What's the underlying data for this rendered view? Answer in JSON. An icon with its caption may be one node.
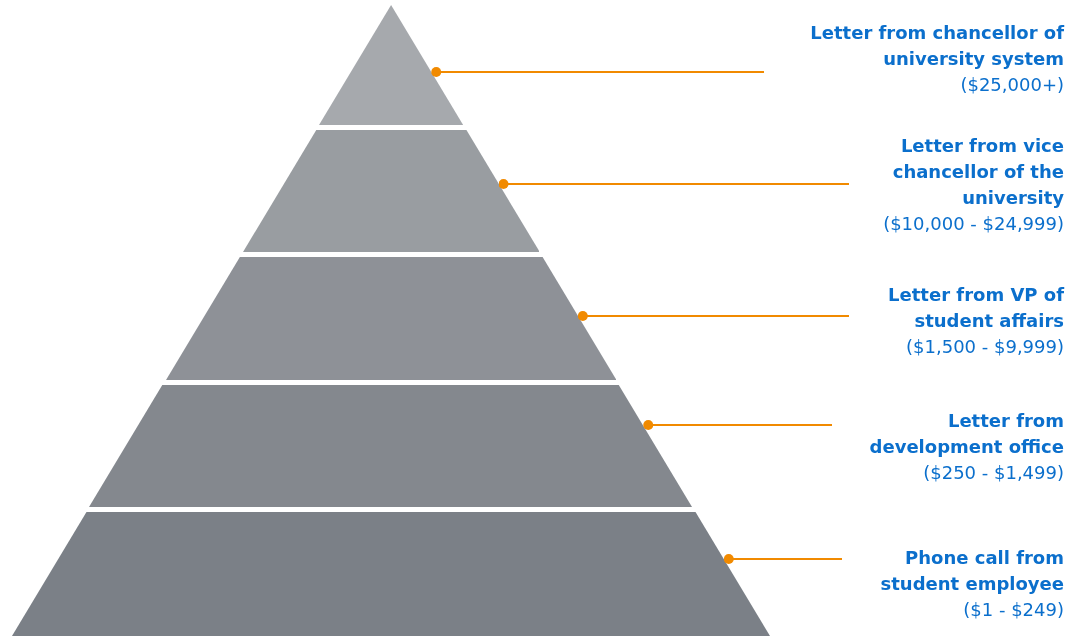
{
  "diagram": {
    "nodes": [
      {
        "text": [],
        "shape": "triangle"
      },
      {
        "text": [],
        "shape": "trapezoid"
      },
      {
        "text": [],
        "shape": "trapezoid"
      },
      {
        "text": [],
        "shape": "trapezoid"
      },
      {
        "text": [],
        "shape": "trapezoid"
      },
      {
        "text": [
          "Letter from chancellor of university system",
          "($25,000+)"
        ]
      },
      {
        "text": [
          "Letter from vice chancellor of the university",
          "($10,000 - $24,999)"
        ]
      },
      {
        "text": [
          "Letter from VP of student affairs",
          "($1,500 - $9,999)"
        ]
      },
      {
        "text": [
          "Letter from development office",
          "($250 - $1,499)"
        ]
      },
      {
        "text": [
          "Phone call from student employee",
          "($1 - $249)"
        ]
      }
    ],
    "edges": [
      {
        "from": 5,
        "to": 0,
        "arrow": "other"
      },
      {
        "from": 6,
        "to": 1,
        "arrow": "other"
      },
      {
        "from": 7,
        "to": 2,
        "arrow": "other"
      },
      {
        "from": 8,
        "to": 3,
        "arrow": "other"
      },
      {
        "from": 9,
        "to": 4,
        "arrow": "other"
      }
    ]
  }
}
